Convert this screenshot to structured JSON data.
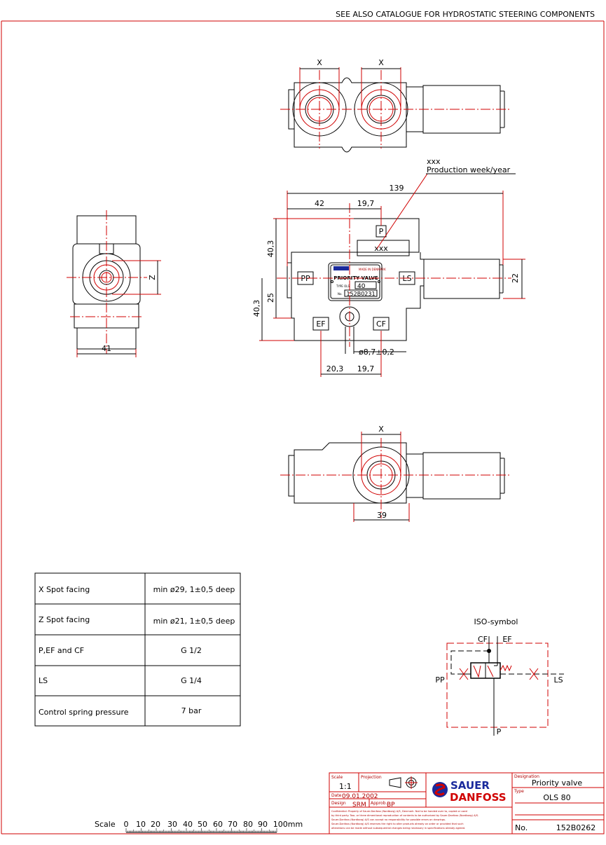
{
  "header": {
    "note": "SEE ALSO CATALOGUE FOR HYDROSTATIC STEERING COMPONENTS"
  },
  "drawing": {
    "top_view": {
      "dim_x_left": "X",
      "dim_x_right": "X"
    },
    "front_view": {
      "dim_overall": "139",
      "dim_42": "42",
      "dim_19_7_top": "19,7",
      "dim_40_3_top": "40,3",
      "dim_25": "25",
      "dim_40_3_bottom": "40,3",
      "dim_22": "22",
      "dim_20_3": "20,3",
      "dim_19_7_bottom": "19,7",
      "dim_hole": "ø8,7±0,2",
      "marking_code": "xxx",
      "marking_label": "Production week/year",
      "marking_on_part": "xxx",
      "ports": {
        "p": "P",
        "pp": "PP",
        "ls": "LS",
        "ef": "EF",
        "cf": "CF"
      },
      "nameplate": {
        "made_in": "MADE IN DENMARK",
        "title": "PRIORITY VALVE",
        "type_label": "TYPE OLS",
        "type_value": "40",
        "no_label": "No.",
        "no_value": "152B0231"
      }
    },
    "side_view": {
      "dim_z": "Z",
      "dim_41": "41"
    },
    "bottom_view": {
      "dim_x": "X",
      "dim_39": "39"
    }
  },
  "spec_table": {
    "rows": [
      {
        "label": "X Spot facing",
        "value": "min ø29, 1±0,5 deep"
      },
      {
        "label": "Z Spot facing",
        "value": "min ø21, 1±0,5 deep"
      },
      {
        "label": "P,EF and CF",
        "value": "G 1/2"
      },
      {
        "label": "LS",
        "value": "G 1/4"
      },
      {
        "label": "Control spring pressure",
        "value": "7 bar"
      }
    ]
  },
  "iso_symbol": {
    "title": "ISO-symbol",
    "cf": "CF",
    "ef": "EF",
    "pp": "PP",
    "ls": "LS",
    "p": "P"
  },
  "scale_bar": {
    "label": "Scale",
    "ticks": [
      "0",
      "10",
      "20",
      "30",
      "40",
      "50",
      "60",
      "70",
      "80",
      "90",
      "100mm"
    ]
  },
  "title_block": {
    "scale_label": "Scale",
    "scale_value": "1:1",
    "projection_label": "Projection",
    "date_label": "Date",
    "date_value": "09.01.2002",
    "design_label": "Design",
    "design_value": "SRM",
    "approb_label": "Approb.",
    "approb_value": "BP",
    "logo_line1": "SAUER",
    "logo_line2": "DANFOSS",
    "designation_label": "Designation",
    "designation_value": "Priority valve",
    "type_label": "Type",
    "type_value": "OLS 80",
    "no_label": "No.",
    "no_value": "152B0262",
    "confidential": [
      "Confidential: Property of Sauer-Danfoss (Nordborg) A/S, Denmark. Not to be handed over to, copied or used",
      "by third party. Two- or three dimentional reproduction of contents to be authorized by Sauer-Danfoss (Nordborg) A/S.",
      "Sauer-Danfoss (Nordborg) A/S can accept no responsibility for possible errors on drawings.",
      "Sauer-Danfoss (Nordborg) A/S reserves the right to alter products already on order or provided that such",
      "alterations can be made without subsequential changes being necessary in specifications already agreed."
    ]
  },
  "colors": {
    "frame": "#d00000",
    "line": "#000000",
    "logo": "#1a2a9c"
  }
}
